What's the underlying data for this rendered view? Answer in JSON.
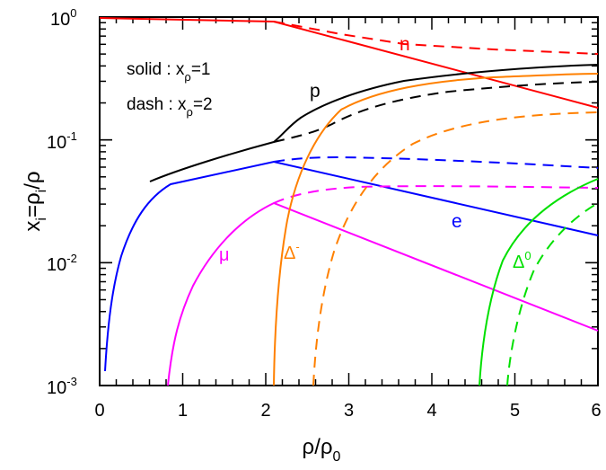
{
  "chart_data": {
    "type": "line",
    "title": "",
    "xlabel": "ρ/ρ0",
    "ylabel": "xi=ρi/ρ",
    "xlim": [
      0,
      6
    ],
    "ylim": [
      0.001,
      1
    ],
    "yscale": "log",
    "grid": false,
    "legend": {
      "position": "upper-left (in-plot text)",
      "entries": [
        "solid : xρ=1",
        "dash : xρ=2"
      ]
    },
    "x_ticks": [
      "0",
      "1",
      "2",
      "3",
      "4",
      "5",
      "6"
    ],
    "y_ticks": [
      "10^0",
      "10^-1",
      "10^-2",
      "10^-3"
    ],
    "series": [
      {
        "name": "n",
        "style": "solid",
        "color": "#ff0000",
        "x": [
          0,
          2.1,
          6
        ],
        "y": [
          0.97,
          0.92,
          0.18
        ]
      },
      {
        "name": "n",
        "style": "dash",
        "color": "#ff0000",
        "x": [
          2.1,
          3.7,
          6
        ],
        "y": [
          0.92,
          0.6,
          0.49
        ]
      },
      {
        "name": "p",
        "style": "solid",
        "color": "#000000",
        "x": [
          0.6,
          1.0,
          2.1,
          2.37,
          2.8,
          3.67,
          4.75,
          6
        ],
        "y": [
          0.045,
          0.058,
          0.096,
          0.14,
          0.22,
          0.3,
          0.36,
          0.4
        ]
      },
      {
        "name": "p",
        "style": "dash",
        "color": "#000000",
        "x": [
          2.1,
          2.58,
          3.12,
          4.2,
          6
        ],
        "y": [
          0.096,
          0.11,
          0.17,
          0.24,
          0.28
        ]
      },
      {
        "name": "e",
        "style": "solid",
        "color": "#0000ff",
        "x": [
          0.07,
          0.15,
          0.42,
          0.75,
          0.97,
          2.1,
          6
        ],
        "y": [
          0.0013,
          0.0044,
          0.023,
          0.038,
          0.045,
          0.066,
          0.017
        ]
      },
      {
        "name": "e",
        "style": "dash",
        "color": "#0000ff",
        "x": [
          2.1,
          2.58,
          3.67,
          6
        ],
        "y": [
          0.066,
          0.072,
          0.07,
          0.06
        ]
      },
      {
        "name": "μ",
        "style": "solid",
        "color": "#ff00ff",
        "x": [
          0.82,
          1.07,
          1.39,
          2.1,
          3.99,
          6
        ],
        "y": [
          0.001,
          0.0053,
          0.0104,
          0.031,
          0.0104,
          0.0028
        ]
      },
      {
        "name": "μ",
        "style": "dash",
        "color": "#ff00ff",
        "x": [
          2.1,
          2.58,
          3.12,
          6
        ],
        "y": [
          0.031,
          0.04,
          0.042,
          0.041
        ]
      },
      {
        "name": "Δ-",
        "style": "solid",
        "color": "#ff8000",
        "x": [
          2.1,
          2.15,
          2.26,
          2.48,
          2.91,
          3.67,
          6
        ],
        "y": [
          0.001,
          0.0074,
          0.028,
          0.077,
          0.17,
          0.26,
          0.32
        ]
      },
      {
        "name": "Δ-",
        "style": "dash",
        "color": "#ff8000",
        "x": [
          2.57,
          2.75,
          3.02,
          3.34,
          3.99,
          4.85,
          6
        ],
        "y": [
          0.001,
          0.0074,
          0.024,
          0.055,
          0.107,
          0.155,
          0.165
        ]
      },
      {
        "name": "Δ0",
        "style": "solid",
        "color": "#00e000",
        "x": [
          4.57,
          4.69,
          4.91,
          5.29,
          6
        ],
        "y": [
          0.001,
          0.0045,
          0.012,
          0.026,
          0.048
        ]
      },
      {
        "name": "Δ0",
        "style": "dash",
        "color": "#00e000",
        "x": [
          4.91,
          5.02,
          5.29,
          5.61,
          6
        ],
        "y": [
          0.001,
          0.0033,
          0.011,
          0.02,
          0.032
        ]
      }
    ],
    "annotations": [
      {
        "text": "n",
        "color": "#ff0000",
        "x": 3.7,
        "y": 0.5
      },
      {
        "text": "p",
        "color": "#000000",
        "x": 2.7,
        "y": 0.2
      },
      {
        "text": "e",
        "color": "#0000ff",
        "x": 4.2,
        "y": 0.0152
      },
      {
        "text": "μ",
        "color": "#ff00ff",
        "x": 1.45,
        "y": 0.0085
      },
      {
        "text": "Δ-",
        "color": "#ff8000",
        "x": 2.35,
        "y": 0.0085
      },
      {
        "text": "Δ0",
        "color": "#00e000",
        "x": 5.0,
        "y": 0.0063
      }
    ]
  },
  "legend_text": {
    "solid_label": "solid : x",
    "solid_sub": "ρ",
    "solid_val": "=1",
    "dash_label": "dash : x",
    "dash_sub": "ρ",
    "dash_val": "=2"
  },
  "axes": {
    "x_label_main": "ρ/ρ",
    "x_label_sub": "0",
    "y_label_x": "x",
    "y_label_i": "i",
    "y_label_eq": "=ρ",
    "y_label_i2": "i",
    "y_label_tail": "/ρ",
    "x_ticks": [
      "0",
      "1",
      "2",
      "3",
      "4",
      "5",
      "6"
    ],
    "y_tick_base": "10",
    "y_tick_exps": [
      "0",
      "-1",
      "-2",
      "-3"
    ]
  },
  "labels": {
    "n": "n",
    "p": "p",
    "e": "e",
    "mu": "μ",
    "delta_minus": "Δ",
    "delta_minus_sup": "-",
    "delta_zero": "Δ",
    "delta_zero_sup": "0"
  }
}
